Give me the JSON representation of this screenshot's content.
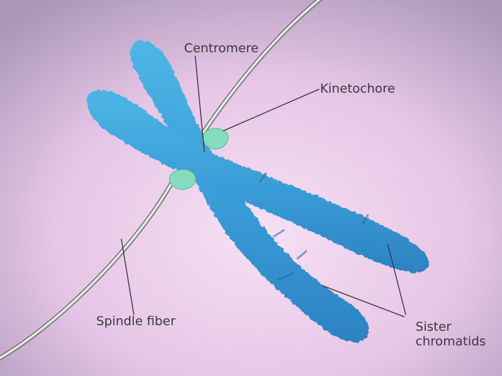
{
  "diagram": {
    "labels": {
      "centromere": "Centromere",
      "kinetochore": "Kinetochore",
      "spindle_fiber": "Spindle fiber",
      "sister_chromatids_line1": "Sister",
      "sister_chromatids_line2": "chromatids"
    },
    "colors": {
      "background_center": "#f3d9f0",
      "background_edge": "#b7a2c4",
      "chromatid": "#3aa6dc",
      "chromatid_dark": "#1f6fb0",
      "kinetochore": "#7fd6b8",
      "spindle_fiber": "#d9d9d9",
      "label_text": "#3a3a3a",
      "leader_line": "#333333"
    }
  }
}
